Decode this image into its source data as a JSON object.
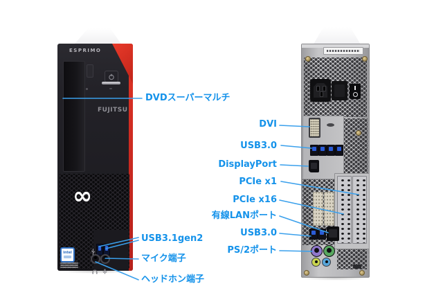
{
  "front_unit": {
    "brand_top": "ESPRIMO",
    "brand_logo": "FUJITSU",
    "infinity_symbol": "∞",
    "cpu_sticker": "intel",
    "colors": {
      "body": "#1d1c21",
      "accent_red": "#d0271f"
    }
  },
  "annotations": {
    "label_color": "#1492ea",
    "line_color": "#3aa0ec",
    "front": [
      {
        "id": "dvd",
        "text": "DVDスーパーマルチ"
      },
      {
        "id": "usb31",
        "text": "USB3.1gen2"
      },
      {
        "id": "mic",
        "text": "マイク端子"
      },
      {
        "id": "headphone",
        "text": "ヘッドホン端子"
      }
    ],
    "rear": [
      {
        "id": "dvi",
        "text": "DVI"
      },
      {
        "id": "usb30_top",
        "text": "USB3.0"
      },
      {
        "id": "displayport",
        "text": "DisplayPort"
      },
      {
        "id": "pcie_x1",
        "text": "PCIe x1"
      },
      {
        "id": "pcie_x16",
        "text": "PCIe x16"
      },
      {
        "id": "lan",
        "text": "有線LANポート"
      },
      {
        "id": "usb30_bottom",
        "text": "USB3.0"
      },
      {
        "id": "ps2",
        "text": "PS/2ポート"
      }
    ]
  }
}
